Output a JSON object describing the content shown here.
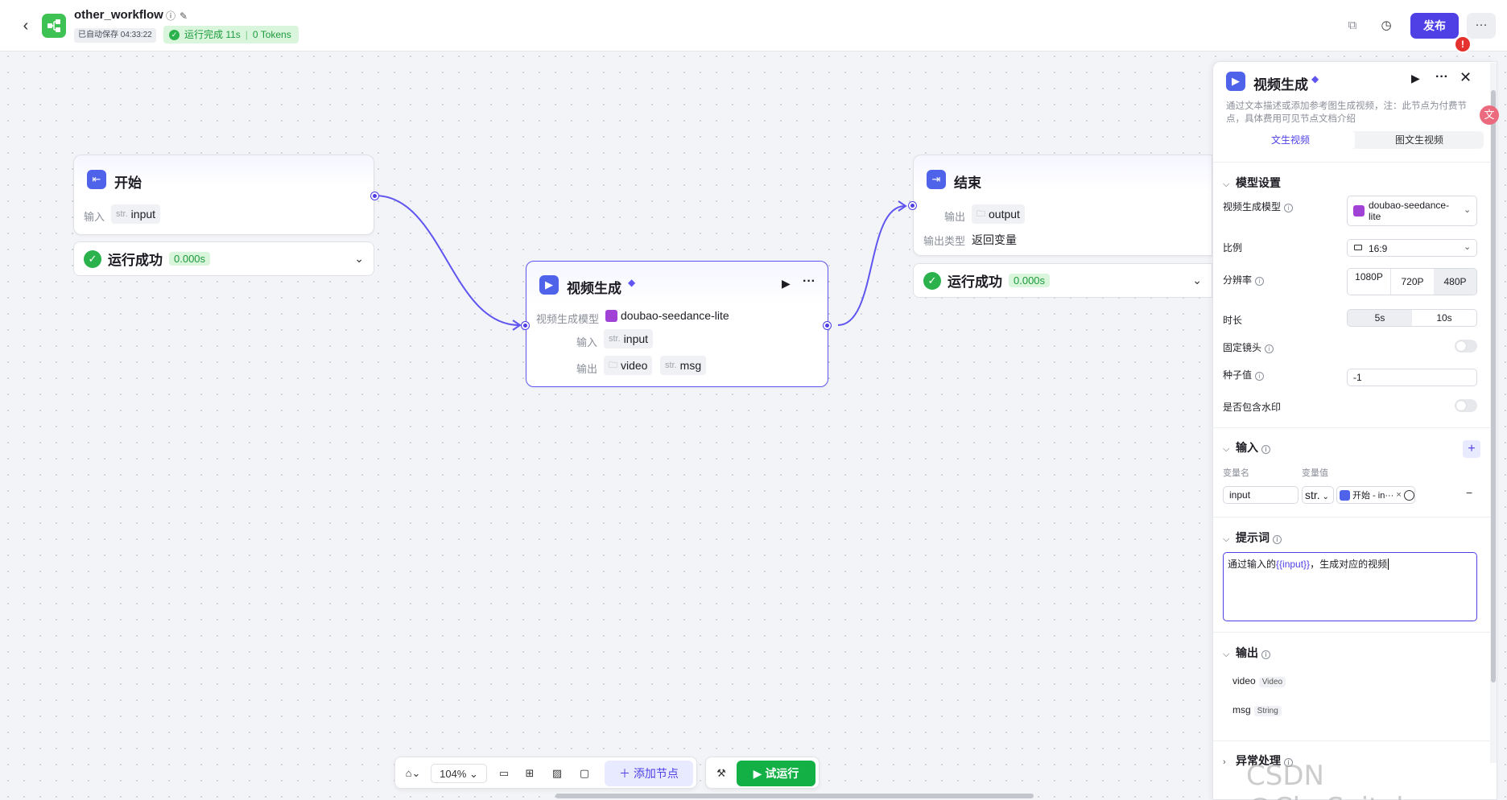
{
  "header": {
    "back_icon": "chevron-left-icon",
    "title": "other_workflow",
    "autosave": "已自动保存 04:33:22",
    "run_done": "运行完成 11s",
    "tokens": "0 Tokens",
    "publish": "发布",
    "alert": "!",
    "icons": [
      "info-icon",
      "edit-icon",
      "copy-icon",
      "history-icon",
      "more-icon"
    ]
  },
  "canvas": {
    "start_node": {
      "title": "开始",
      "input_label": "输入",
      "input_type": "str.",
      "input_name": "input",
      "result_text": "运行成功",
      "result_time": "0.000s"
    },
    "video_node": {
      "title": "视频生成",
      "model_label": "视频生成模型",
      "model_value": "doubao-seedance-lite",
      "input_label": "输入",
      "input_type": "str.",
      "input_name": "input",
      "output_label": "输出",
      "out1_name": "video",
      "out2_type": "str.",
      "out2_name": "msg"
    },
    "end_node": {
      "title": "结束",
      "output_label": "输出",
      "output_name": "output",
      "output_type_label": "输出类型",
      "output_type_value": "返回变量",
      "result_text": "运行成功",
      "result_time": "0.000s"
    }
  },
  "toolbar": {
    "zoom": "104%",
    "add_node": "添加节点",
    "test_run": "试运行"
  },
  "panel": {
    "title": "视频生成",
    "description": "通过文本描述或添加参考图生成视频，注：此节点为付费节点，具体费用可见节点文档介绍",
    "tabs": [
      "文生视频",
      "图文生视频"
    ],
    "model_section": "模型设置",
    "model_label": "视频生成模型",
    "model_value_line1": "doubao-seedance-",
    "model_value_line2": "lite",
    "ratio_label": "比例",
    "ratio_value": "16:9",
    "resolution_label": "分辨率",
    "resolutions": [
      "1080P",
      "720P",
      "480P"
    ],
    "duration_label": "时长",
    "durations": [
      "5s",
      "10s"
    ],
    "fixed_lens_label": "固定镜头",
    "seed_label": "种子值",
    "seed_value": "-1",
    "watermark_label": "是否包含水印",
    "input_section": "输入",
    "var_name_header": "变量名",
    "var_value_header": "变量值",
    "var_name_value": "input",
    "var_type": "str.",
    "var_ref": "开始 - in···",
    "prompt_section": "提示词",
    "prompt_prefix": "通过输入的",
    "prompt_var": "{{input}}",
    "prompt_suffix": "，生成对应的视频",
    "output_section": "输出",
    "outputs": [
      {
        "name": "video",
        "type": "Video"
      },
      {
        "name": "msg",
        "type": "String"
      }
    ],
    "exception_section": "异常处理"
  },
  "watermark": "CSDN @ChoSeitaku",
  "colors": {
    "brand": "#4e40e5",
    "success": "#2bb24c",
    "node_icon": "#4e63e9"
  }
}
